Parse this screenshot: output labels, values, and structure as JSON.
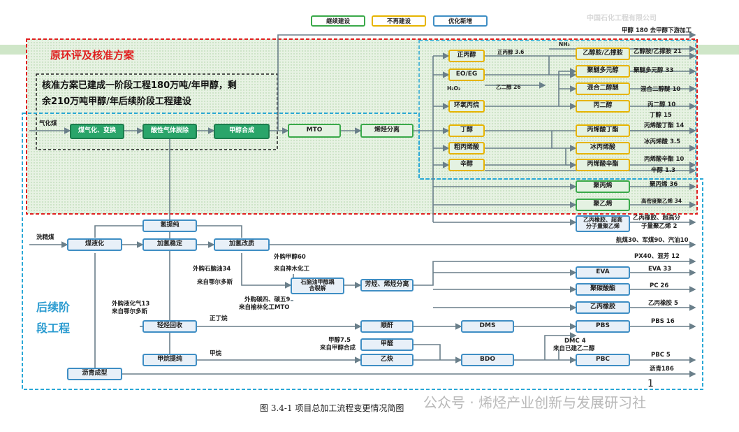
{
  "legend": {
    "continue": "继续建设",
    "no_build": "不再建设",
    "optimize": "优化新增",
    "watermark_top": "中国石化工程有限公司"
  },
  "regions": {
    "original_title": "原环评及核准方案",
    "original_note_1": "核准方案已建成一阶段工程180万吨/年甲醇，剩",
    "original_note_2": "余210万吨甲醇/年后续阶段工程建设",
    "later_title_1": "后续阶",
    "later_title_2": "段工程"
  },
  "nodes": {
    "coal_gasify": "煤气化、变换",
    "acid_gas": "酸性气体脱除",
    "methanol_synth": "甲醇合成",
    "mto": "MTO",
    "olefin_sep": "烯烃分离",
    "n_propanol": "正丙醇",
    "eo_eg": "EO/EG",
    "epoxy_propane": "环氧丙烷",
    "butanol": "丁醇",
    "crude_acrylic": "粗丙烯酸",
    "octanol": "辛醇",
    "ethanolamine": "乙醇胺/乙撑胺",
    "polyether_polyol": "聚醚多元醇",
    "mixed_glycol_ether": "混合二醇醚",
    "propylene_glycol": "丙二醇",
    "butyl_acrylate": "丙烯酸丁酯",
    "glacial_acrylic": "冰丙烯酸",
    "octyl_acrylate": "丙烯酸辛酯",
    "polypropylene": "聚丙烯",
    "polyethylene": "聚乙烯",
    "epdm_1": "乙丙橡胶、超高",
    "epdm_2": "分子量聚乙烯",
    "h2_purify": "氢提纯",
    "coal_liquefy": "煤液化",
    "hydro_stabilize": "加氢稳定",
    "hydro_upgrade": "加氢改质",
    "methanol_cracking_1": "石脑油甲醇耦",
    "methanol_cracking_2": "合裂解",
    "aromatics_sep": "芳烃、烯烃分离",
    "eva": "EVA",
    "pc_ester": "聚碳酸酯",
    "epdm": "乙丙橡胶",
    "light_hc": "轻烃回收",
    "maleic": "顺酐",
    "dms": "DMS",
    "pbs": "PBS",
    "formaldehyde": "甲醛",
    "acetylene": "乙炔",
    "bdo": "BDO",
    "pbc": "PBC",
    "methane_purify": "甲烷提纯",
    "asphalt": "沥青成型"
  },
  "labels": {
    "feed_gas_coal": "气化煤",
    "feed_liquid_coal": "洗精煤",
    "methanol_180": "甲醇 180  去甲醇下游加工",
    "n_propanol_out": "正丙醇 3.6",
    "nh3": "NH₃",
    "h2o2": "H₂O₂",
    "glycol_out": "乙二醇 26",
    "out_ethanolamine": "乙醇胺/乙撑胺 21",
    "out_polyether": "聚醚多元醇 33",
    "out_glycol_ether": "混合二醇醚 10",
    "out_pg": "丙二醇 10",
    "out_butanol": "丁醇 15",
    "out_butyl_acrylate": "丙烯酸丁酯 14",
    "out_glacial": "冰丙烯酸 3.5",
    "out_octyl_acrylate": "丙烯酸辛酯 10",
    "out_octanol": "辛醇 1.3",
    "out_pp": "聚丙烯 36",
    "out_pe": "高密度聚乙烯 34",
    "out_epdm_1": "乙丙橡胶、超高分",
    "out_epdm_2": "子量聚乙烯 2",
    "out_fuels": "航煤30、军煤90、汽油10",
    "out_px": "PX40、混芳 12",
    "out_eva": "EVA 33",
    "out_pc": "PC  26",
    "out_epdm_rubber": "乙丙橡胶 5",
    "out_pbs": "PBS 16",
    "out_pbc": "PBC 5",
    "out_asphalt": "沥青186",
    "ext_naphtha_1": "外购石脑油34",
    "ext_naphtha_2": "来自鄂尔多斯",
    "ext_methanol": "外购甲醇60",
    "ext_methanol_src": "来自神木化工",
    "ext_c4c5_1": "外购碳四、碳五9",
    "ext_c4c5_2": "来自榆林化工MTO",
    "ext_lpg_1": "外购液化气13",
    "ext_lpg_2": "来自鄂尔多斯",
    "n_butane": "正丁烷",
    "methanol_75_1": "甲醇7.5",
    "methanol_75_2": "来自甲醇合成",
    "methane": "甲烷",
    "dmc_1": "DMC 4",
    "dmc_2": "来自已建乙二醇",
    "page_no": "1"
  },
  "caption": "图 3.4-1  项目总加工流程变更情况简图",
  "watermark": "公众号 · 烯烃产业创新与发展研习社",
  "colors": {
    "green_solid": "#2aa56a",
    "green_border": "#3aa94a",
    "yellow_border": "#e6b400",
    "blue_border": "#3f8ec4",
    "red_dashed": "#e02020",
    "cyan_dashed": "#2aa8d6",
    "line": "#6a7f8a"
  }
}
